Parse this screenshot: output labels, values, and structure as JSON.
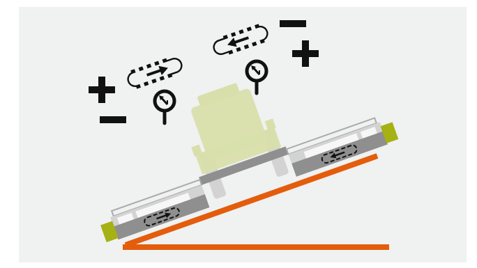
{
  "scene": {
    "background_color": "#f0f1f1",
    "slope_color": "#e35d0c",
    "machine_gray": "#8f8f8f",
    "machine_light_gray": "#d3d3d3",
    "tractor_color": "#d8dfab",
    "end_cap_color": "#a6b113",
    "symbol_color": "#111111"
  },
  "indicators": {
    "left_upper": {
      "sign": "+",
      "meaning": "increase"
    },
    "left_lower": {
      "sign": "−",
      "meaning": "decrease"
    },
    "right_upper": {
      "sign": "−",
      "meaning": "decrease"
    },
    "right_lower": {
      "sign": "+",
      "meaning": "increase"
    }
  },
  "icons": {
    "belt_left": "belt-arrow-right-icon",
    "belt_right": "belt-arrow-left-icon",
    "gauge_left": "speed-gauge-icon",
    "gauge_right": "speed-gauge-icon"
  }
}
